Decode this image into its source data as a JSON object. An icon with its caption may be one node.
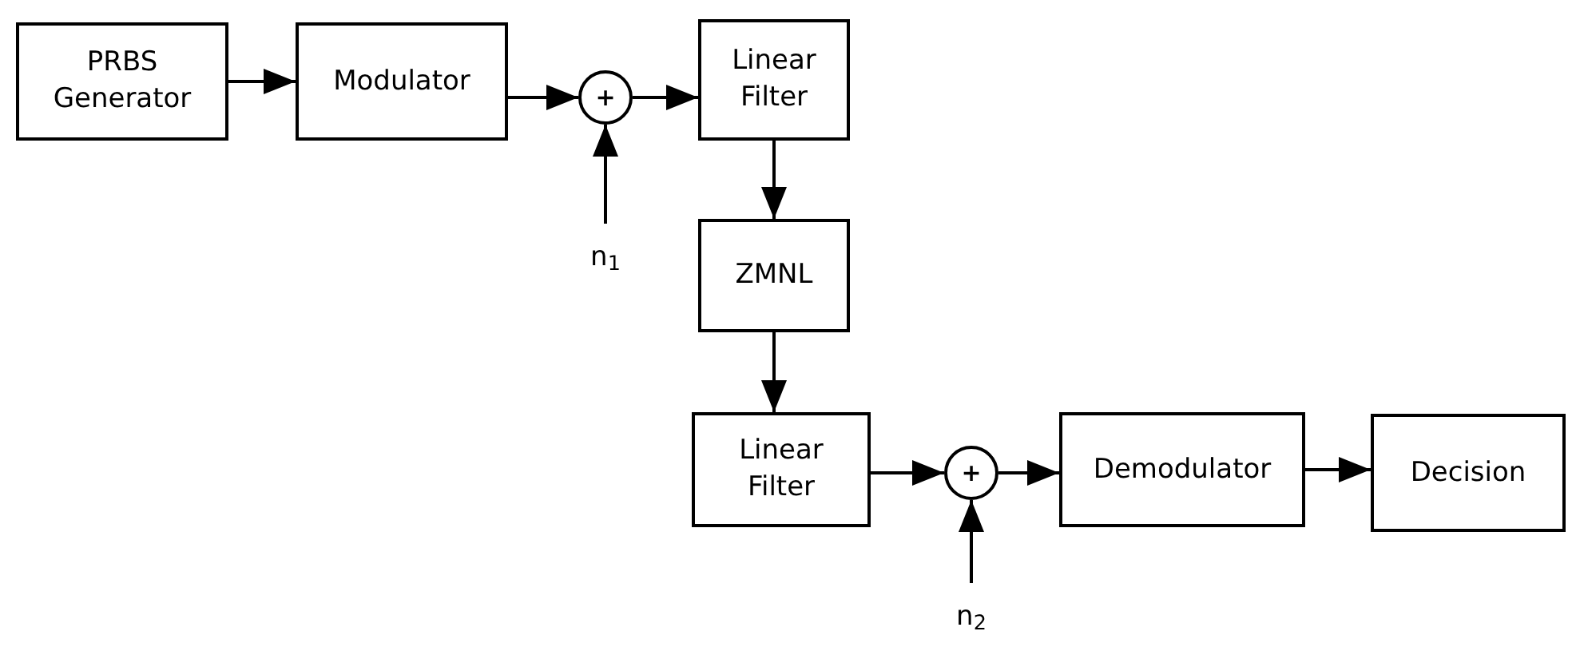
{
  "diagram": {
    "nodes": [
      {
        "text": [
          "PRBS Generator"
        ]
      },
      {
        "text": [
          "Modulator"
        ]
      },
      {
        "text": [
          "+"
        ]
      },
      {
        "text": [
          "Linear Filter"
        ]
      },
      {
        "text": [
          "n$_{1}$"
        ]
      },
      {
        "text": [
          "ZMNL"
        ]
      },
      {
        "text": [
          "Linear Filter"
        ]
      },
      {
        "text": [
          "+"
        ]
      },
      {
        "text": [
          "Demodulator"
        ]
      },
      {
        "text": [
          "Decision"
        ]
      },
      {
        "text": [
          "n$_{2}$"
        ]
      }
    ],
    "edges": [
      {
        "from": 0,
        "to": 1,
        "arrow": "to"
      },
      {
        "from": 1,
        "to": 2,
        "arrow": "to"
      },
      {
        "from": 2,
        "to": 3,
        "arrow": "to"
      },
      {
        "from": 4,
        "to": 2,
        "arrow": "to"
      },
      {
        "from": 3,
        "to": 5,
        "arrow": "to"
      },
      {
        "from": 5,
        "to": 6,
        "arrow": "to"
      },
      {
        "from": 6,
        "to": 7,
        "arrow": "to"
      },
      {
        "from": 10,
        "to": 7,
        "arrow": "to"
      },
      {
        "from": 7,
        "to": 8,
        "arrow": "to"
      },
      {
        "from": 8,
        "to": 9,
        "arrow": "to"
      }
    ]
  }
}
